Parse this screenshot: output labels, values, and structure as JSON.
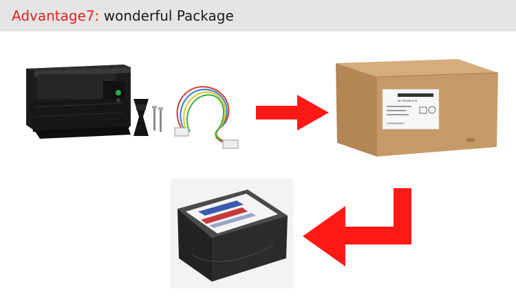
{
  "banner": {
    "advantage_label": "Advantage7:",
    "subtitle": "wonderful Package"
  },
  "carton_label": {
    "model": "MF-7000UB-HCB",
    "code": "CYTKP3340671"
  },
  "colors": {
    "banner_bg": "#e5e5e5",
    "accent_red": "#e0231f",
    "arrow_red": "#ff1a16",
    "cardboard": "#c69a68",
    "printer_black": "#1e1e1e"
  },
  "icons": {
    "flow_arrow_1": "arrow-right",
    "flow_arrow_2": "arrow-down-left"
  }
}
